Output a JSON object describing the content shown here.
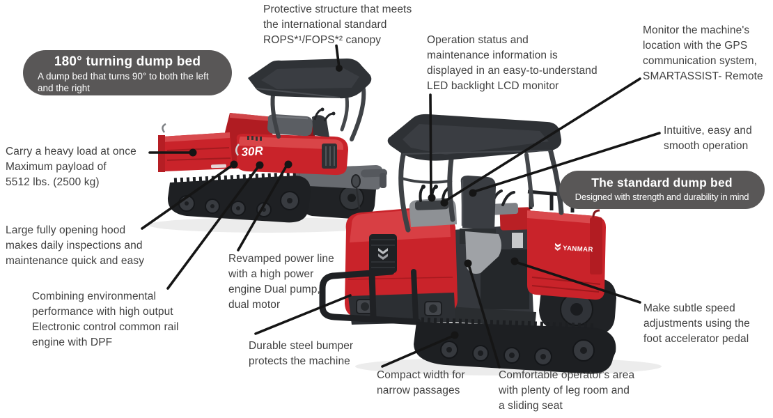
{
  "colors": {
    "machine-red": "#c9232a",
    "badge-bg": "#595757",
    "note-text": "#3f3f3f",
    "leader-line": "#151515"
  },
  "badge_left": {
    "title": "180° turning dump bed",
    "sub1": "A dump bed that turns 90° to both the left",
    "sub2": "and the right"
  },
  "badge_right": {
    "title": "The standard dump bed",
    "sub": "Designed with strength and durability in mind"
  },
  "notes": {
    "canopy": [
      "Protective structure that meets",
      "the international standard",
      "ROPS*¹/FOPS*² canopy"
    ],
    "monitor": [
      "Operation status and",
      "maintenance information is",
      "displayed in an easy-to-understand",
      "LED backlight LCD monitor"
    ],
    "gps": [
      "Monitor the machine's",
      "location with the GPS",
      "communication system,",
      "SMARTASSIST- Remote"
    ],
    "operation": [
      "Intuitive, easy and",
      "smooth operation"
    ],
    "payload": [
      "Carry a heavy load at once",
      "Maximum payload of",
      "5512 lbs. (2500 kg)"
    ],
    "hood": [
      "Large fully opening hood",
      "makes daily inspections and",
      "maintenance quick and easy"
    ],
    "engine": [
      "Combining environmental",
      "performance with high output",
      "Electronic control common rail",
      "engine with DPF"
    ],
    "powerline": [
      "Revamped power line",
      "with a high power",
      "engine Dual pump,",
      "dual motor"
    ],
    "bumper": [
      "Durable steel bumper",
      "protects the machine"
    ],
    "width": [
      "Compact width for",
      "narrow passages"
    ],
    "operator_area": [
      "Comfortable operator's area",
      "with plenty of leg room and",
      "a sliding seat"
    ],
    "pedal": [
      "Make subtle speed",
      "adjustments using the",
      "foot accelerator pedal"
    ]
  },
  "machine_labels": {
    "left_model": "30R",
    "right_brand": "YANMAR"
  }
}
